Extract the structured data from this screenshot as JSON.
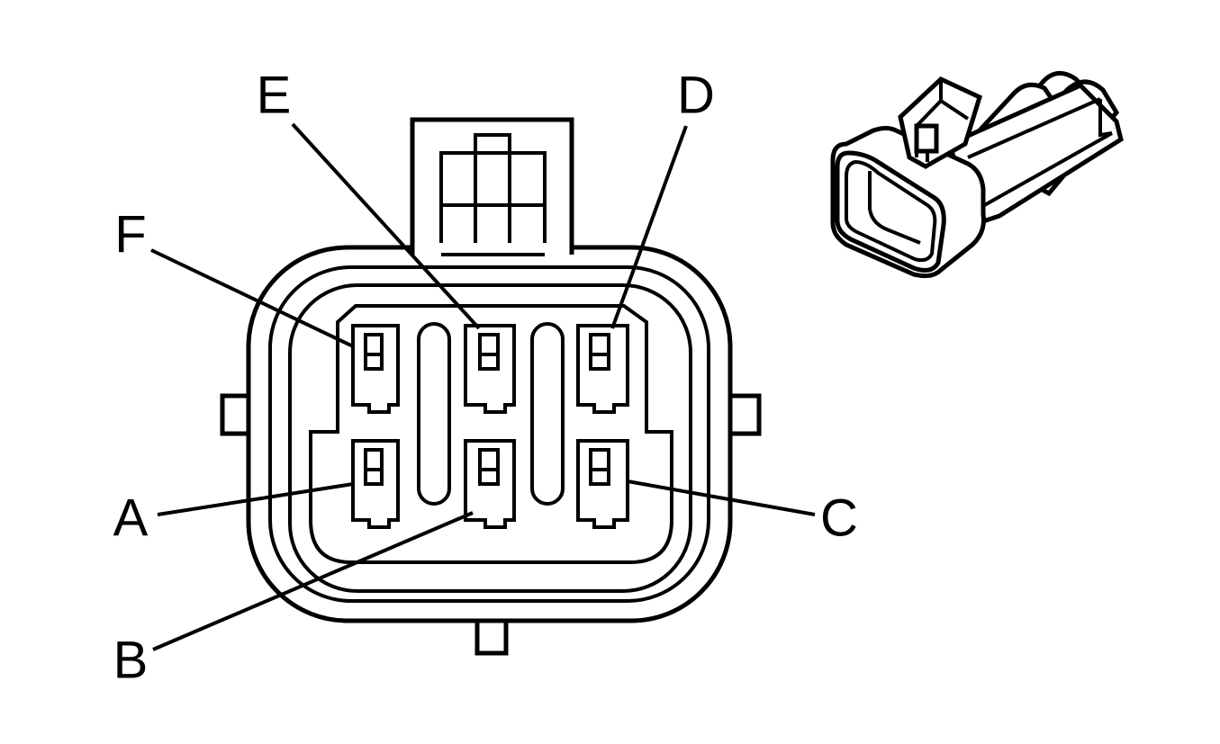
{
  "pins": [
    {
      "id": "F",
      "label": "F"
    },
    {
      "id": "E",
      "label": "E"
    },
    {
      "id": "D",
      "label": "D"
    },
    {
      "id": "A",
      "label": "A"
    },
    {
      "id": "B",
      "label": "B"
    },
    {
      "id": "C",
      "label": "C"
    }
  ],
  "colors": {
    "line": "#000000",
    "background": "#ffffff"
  }
}
